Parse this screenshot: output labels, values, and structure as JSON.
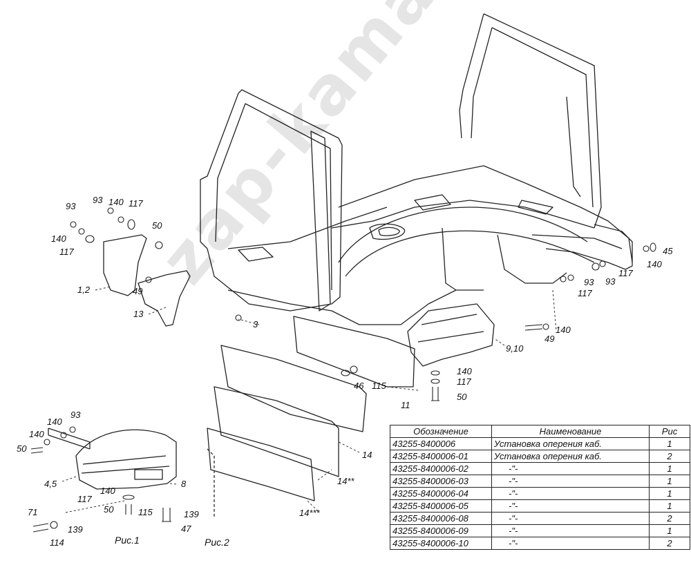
{
  "watermark": "zap-kamaz.ru",
  "figure_captions": {
    "fig1": "Рис.1",
    "fig2": "Рис.2"
  },
  "callouts": [
    {
      "id": "c-93a",
      "text": "93"
    },
    {
      "id": "c-93b",
      "text": "93"
    },
    {
      "id": "c-140a",
      "text": "140"
    },
    {
      "id": "c-117a",
      "text": "117"
    },
    {
      "id": "c-140b",
      "text": "140"
    },
    {
      "id": "c-117b",
      "text": "117"
    },
    {
      "id": "c-50a",
      "text": "50"
    },
    {
      "id": "c-1-2",
      "text": "1,2"
    },
    {
      "id": "c-49a",
      "text": "49"
    },
    {
      "id": "c-13",
      "text": "13"
    },
    {
      "id": "c-3",
      "text": "3"
    },
    {
      "id": "c-45",
      "text": "45"
    },
    {
      "id": "c-140c",
      "text": "140"
    },
    {
      "id": "c-93c",
      "text": "93"
    },
    {
      "id": "c-93d",
      "text": "93"
    },
    {
      "id": "c-117c",
      "text": "117"
    },
    {
      "id": "c-117d",
      "text": "117"
    },
    {
      "id": "c-49b",
      "text": "49"
    },
    {
      "id": "c-140d",
      "text": "140"
    },
    {
      "id": "c-9-10",
      "text": "9,10"
    },
    {
      "id": "c-140e",
      "text": "140"
    },
    {
      "id": "c-117e",
      "text": "117"
    },
    {
      "id": "c-50b",
      "text": "50"
    },
    {
      "id": "c-46",
      "text": "46"
    },
    {
      "id": "c-115a",
      "text": "115"
    },
    {
      "id": "c-11",
      "text": "11"
    },
    {
      "id": "c-14",
      "text": "14"
    },
    {
      "id": "c-14b",
      "text": "14**"
    },
    {
      "id": "c-14c",
      "text": "14***"
    },
    {
      "id": "c-140f",
      "text": "140"
    },
    {
      "id": "c-93e",
      "text": "93"
    },
    {
      "id": "c-140g",
      "text": "140"
    },
    {
      "id": "c-50c",
      "text": "50"
    },
    {
      "id": "c-4-5",
      "text": "4,5"
    },
    {
      "id": "c-8",
      "text": "8"
    },
    {
      "id": "c-140h",
      "text": "140"
    },
    {
      "id": "c-117f",
      "text": "117"
    },
    {
      "id": "c-50d",
      "text": "50"
    },
    {
      "id": "c-115b",
      "text": "115"
    },
    {
      "id": "c-139a",
      "text": "139"
    },
    {
      "id": "c-47",
      "text": "47"
    },
    {
      "id": "c-71",
      "text": "71"
    },
    {
      "id": "c-139b",
      "text": "139"
    },
    {
      "id": "c-114",
      "text": "114"
    }
  ],
  "spec_table": {
    "headers": [
      "Обозначение",
      "Наименование",
      "Рис"
    ],
    "rows": [
      {
        "code": "43255-8400006",
        "name": "Установка оперения каб.",
        "fig": "1"
      },
      {
        "code": "43255-8400006-01",
        "name": "Установка оперения каб.",
        "fig": "2"
      },
      {
        "code": "43255-8400006-02",
        "name": "-\"-",
        "fig": "1"
      },
      {
        "code": "43255-8400006-03",
        "name": "-\"-",
        "fig": "1"
      },
      {
        "code": "43255-8400006-04",
        "name": "-\"-",
        "fig": "1"
      },
      {
        "code": "43255-8400006-05",
        "name": "-\"-",
        "fig": "1"
      },
      {
        "code": "43255-8400006-08",
        "name": "-\"-",
        "fig": "2"
      },
      {
        "code": "43255-8400006-09",
        "name": "-\"-",
        "fig": "1"
      },
      {
        "code": "43255-8400006-10",
        "name": "-\"-",
        "fig": "2"
      }
    ]
  }
}
